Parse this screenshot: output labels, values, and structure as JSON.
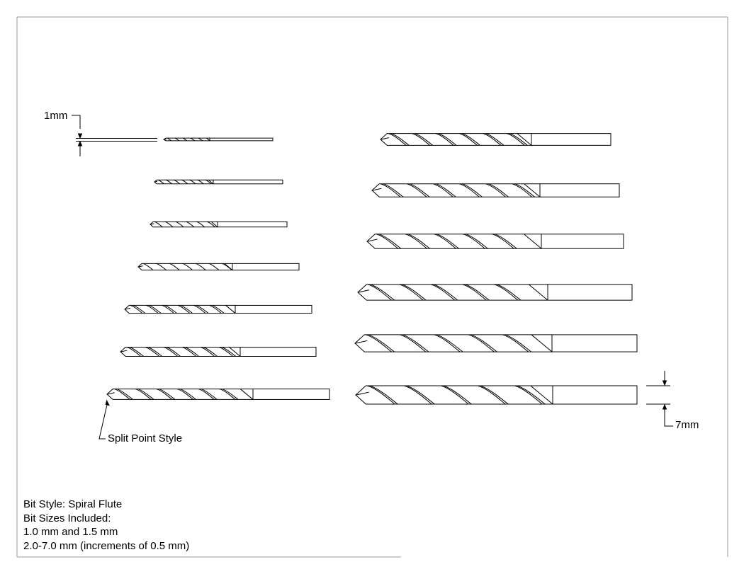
{
  "dimensions": {
    "small_label": "1mm",
    "large_label": "7mm"
  },
  "callout": {
    "label": "Split Point Style"
  },
  "notes": {
    "style": "Bit Style: Spiral Flute",
    "sizes_heading": "Bit Sizes Included:",
    "sizes_line_1": "1.0 mm and 1.5 mm",
    "sizes_line_2": "2.0-7.0 mm (increments of 0.5 mm)"
  },
  "bits": [
    {
      "size_mm": 1.0
    },
    {
      "size_mm": 1.5
    },
    {
      "size_mm": 2.0
    },
    {
      "size_mm": 2.5
    },
    {
      "size_mm": 3.0
    },
    {
      "size_mm": 3.5
    },
    {
      "size_mm": 4.0
    },
    {
      "size_mm": 4.5
    },
    {
      "size_mm": 5.0
    },
    {
      "size_mm": 5.5
    },
    {
      "size_mm": 6.0
    },
    {
      "size_mm": 6.5
    },
    {
      "size_mm": 7.0
    }
  ],
  "colors": {
    "line": "#000000",
    "frame": "#999999",
    "background": "#ffffff"
  }
}
